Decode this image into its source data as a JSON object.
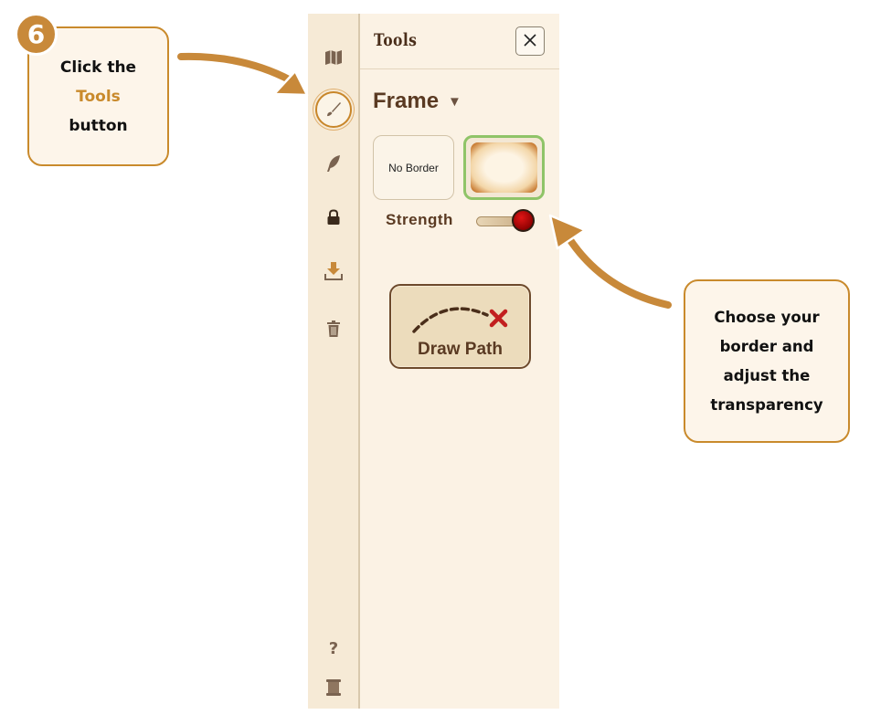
{
  "tutorial": {
    "step_number": "6",
    "callout_1": {
      "line1": "Click the",
      "highlight": "Tools",
      "line3": "button"
    },
    "callout_2": {
      "line1": "Choose your",
      "line2": "border and",
      "line3": "adjust the",
      "line4": "transparency"
    },
    "accent_color": "#c98a2c"
  },
  "rail": {
    "items": [
      {
        "icon": "map-icon"
      },
      {
        "icon": "paintbrush-icon",
        "active": true
      },
      {
        "icon": "feather-icon"
      },
      {
        "icon": "lock-icon"
      },
      {
        "icon": "download-icon"
      },
      {
        "icon": "trash-icon"
      },
      {
        "icon": "help-icon",
        "label": "?"
      },
      {
        "icon": "scroll-icon"
      }
    ]
  },
  "panel": {
    "title": "Tools",
    "close_label": "×",
    "section": {
      "title": "Frame",
      "caret": "▼"
    },
    "frame_options": [
      {
        "label": "No Border",
        "selected": false
      },
      {
        "label": "",
        "selected": true
      }
    ],
    "strength": {
      "label": "Strength",
      "value": 1.0,
      "thumb_color": "#c00000"
    },
    "draw_path_button": {
      "label": "Draw Path"
    }
  }
}
